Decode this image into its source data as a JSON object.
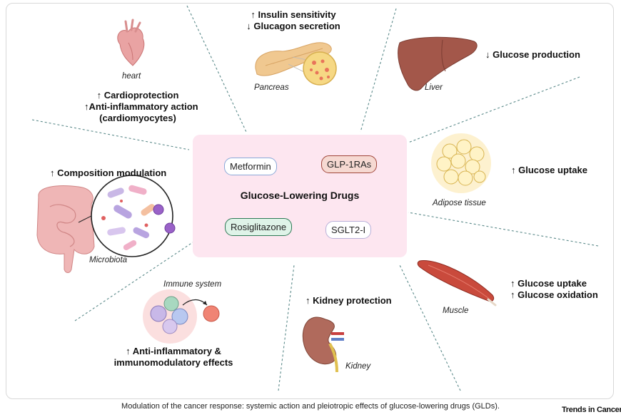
{
  "center": {
    "title": "Glucose-Lowering Drugs",
    "drugs": {
      "metformin": "Metformin",
      "glp1ras": "GLP-1RAs",
      "rosiglitazone": "Rosiglitazone",
      "sglt2i": "SGLT2-I"
    }
  },
  "organs": {
    "heart": {
      "name": "heart",
      "effects": "↑ Cardioprotection\n↑Anti-inflammatory action\n(cardiomyocytes)"
    },
    "pancreas": {
      "name": "Pancreas",
      "effects": "↑ Insulin sensitivity\n↓ Glucagon secretion"
    },
    "liver": {
      "name": "Liver",
      "effects": "↓ Glucose production"
    },
    "adipose": {
      "name": "Adipose tissue",
      "effects": "↑ Glucose uptake"
    },
    "microbiota": {
      "name": "Microbiota",
      "effects": "↑ Composition modulation"
    },
    "muscle": {
      "name": "Muscle",
      "effects": "↑ Glucose uptake\n↑ Glucose oxidation"
    },
    "immune": {
      "name": "Immune system",
      "effects": "↑ Anti-inflammatory &\nimmunomodulatory effects"
    },
    "kidney": {
      "name": "Kidney",
      "effects": "↑ Kidney protection"
    }
  },
  "caption": "Modulation of the cancer response: systemic action and pleiotropic effects of glucose-lowering drugs (GLDs).",
  "brand": "Trends in Cancer",
  "colors": {
    "center_bg": "#fde6f0",
    "metformin_border": "#8aa8d8",
    "glp1ras_border": "#a0463a",
    "glp1ras_bg": "#f6d9d2",
    "rosiglitazone_border": "#2e7a56",
    "rosiglitazone_bg": "#dff3e8",
    "sglt2i_border": "#b8b0d8",
    "divider": "#5b8a8a"
  }
}
